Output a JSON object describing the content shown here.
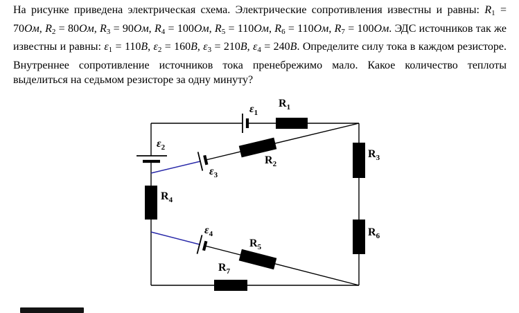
{
  "problem": {
    "tokens": [
      [
        "t",
        "На рисунке приведена электрическая схема. Электрические сопротивления известны и равны: "
      ],
      [
        "v",
        "R"
      ],
      [
        "s",
        "1"
      ],
      [
        "n",
        " = 70"
      ],
      [
        "u",
        "Ом"
      ],
      [
        "t",
        ",  "
      ],
      [
        "v",
        "R"
      ],
      [
        "s",
        "2"
      ],
      [
        "n",
        " = 80"
      ],
      [
        "u",
        "Ом"
      ],
      [
        "t",
        ",  "
      ],
      [
        "v",
        "R"
      ],
      [
        "s",
        "3"
      ],
      [
        "n",
        " = 90"
      ],
      [
        "u",
        "Ом"
      ],
      [
        "t",
        ", "
      ],
      [
        "v",
        "R"
      ],
      [
        "s",
        "4"
      ],
      [
        "n",
        " = 100"
      ],
      [
        "u",
        "Ом"
      ],
      [
        "t",
        ",  "
      ],
      [
        "v",
        "R"
      ],
      [
        "s",
        "5"
      ],
      [
        "n",
        " = 110"
      ],
      [
        "u",
        "Ом"
      ],
      [
        "t",
        ",  "
      ],
      [
        "v",
        "R"
      ],
      [
        "s",
        "6"
      ],
      [
        "n",
        " = 110"
      ],
      [
        "u",
        "Ом"
      ],
      [
        "t",
        ",  "
      ],
      [
        "v",
        "R"
      ],
      [
        "s",
        "7"
      ],
      [
        "n",
        " = 100"
      ],
      [
        "u",
        "Ом"
      ],
      [
        "t",
        ". ЭДС источников так же известны и равны: "
      ],
      [
        "v",
        "ε"
      ],
      [
        "s",
        "1"
      ],
      [
        "n",
        " = 110"
      ],
      [
        "u",
        "В"
      ],
      [
        "t",
        ",  "
      ],
      [
        "v",
        "ε"
      ],
      [
        "s",
        "2"
      ],
      [
        "n",
        " = 160"
      ],
      [
        "u",
        "В"
      ],
      [
        "t",
        ",  "
      ],
      [
        "v",
        "ε"
      ],
      [
        "s",
        "3"
      ],
      [
        "n",
        " = 210"
      ],
      [
        "u",
        "В"
      ],
      [
        "t",
        ",  "
      ],
      [
        "v",
        "ε"
      ],
      [
        "s",
        "4"
      ],
      [
        "n",
        " = 240"
      ],
      [
        "u",
        "В"
      ],
      [
        "t",
        ". Определите силу тока в каждом резисторе. Внутреннее сопротивление источников тока пренебрежимо мало. Какое количество теплоты выделиться на седьмом резисторе за одну минуту?"
      ]
    ]
  },
  "circuit": {
    "labels": {
      "R1": {
        "sym": "R",
        "sub": "1"
      },
      "R2": {
        "sym": "R",
        "sub": "2"
      },
      "R3": {
        "sym": "R",
        "sub": "3"
      },
      "R4": {
        "sym": "R",
        "sub": "4"
      },
      "R5": {
        "sym": "R",
        "sub": "5"
      },
      "R6": {
        "sym": "R",
        "sub": "6"
      },
      "R7": {
        "sym": "R",
        "sub": "7"
      },
      "e1": {
        "sym": "ε",
        "sub": "1"
      },
      "e2": {
        "sym": "ε",
        "sub": "2"
      },
      "e3": {
        "sym": "ε",
        "sub": "3"
      },
      "e4": {
        "sym": "ε",
        "sub": "4"
      }
    },
    "colors": {
      "wire": "#000000",
      "emf_lead": "#2828a8",
      "resistor_fill": "#000000"
    }
  }
}
